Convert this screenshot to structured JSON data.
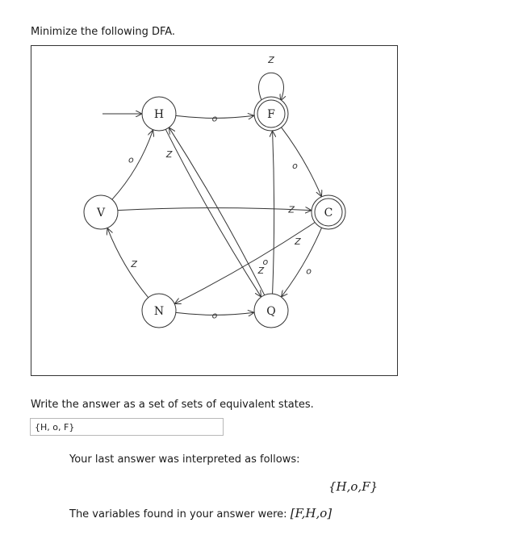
{
  "question": {
    "text": "Minimize the following DFA."
  },
  "dfa": {
    "states": [
      {
        "id": "H",
        "label": "H",
        "accepting": false,
        "initial": true
      },
      {
        "id": "F",
        "label": "F",
        "accepting": true,
        "initial": false
      },
      {
        "id": "V",
        "label": "V",
        "accepting": false,
        "initial": false
      },
      {
        "id": "C",
        "label": "C",
        "accepting": true,
        "initial": false
      },
      {
        "id": "N",
        "label": "N",
        "accepting": false,
        "initial": false
      },
      {
        "id": "Q",
        "label": "Q",
        "accepting": false,
        "initial": false
      }
    ],
    "transitions": [
      {
        "from": "F",
        "to": "F",
        "label": "Z"
      },
      {
        "from": "H",
        "to": "F",
        "label": "o"
      },
      {
        "from": "V",
        "to": "H",
        "label": "o"
      },
      {
        "from": "H",
        "to": "Q",
        "label": "Z"
      },
      {
        "from": "Q",
        "to": "H",
        "label": "Z"
      },
      {
        "from": "F",
        "to": "C",
        "label": "o"
      },
      {
        "from": "V",
        "to": "C",
        "label": "Z"
      },
      {
        "from": "C",
        "to": "N",
        "label": "Z"
      },
      {
        "from": "N",
        "to": "V",
        "label": "Z"
      },
      {
        "from": "N",
        "to": "Q",
        "label": "o"
      },
      {
        "from": "Q",
        "to": "F",
        "label": "o"
      },
      {
        "from": "C",
        "to": "Q",
        "label": "o"
      }
    ]
  },
  "instruction": "Write the answer as a set of sets of equivalent states.",
  "answer": {
    "value": "{H, o, F}"
  },
  "feedback": {
    "interpreted_label": "Your last answer was interpreted as follows:",
    "interpreted_value": "{H,o,F}",
    "variables_label": "The variables found in your answer were:",
    "variables_value": "[F,H,o]"
  }
}
